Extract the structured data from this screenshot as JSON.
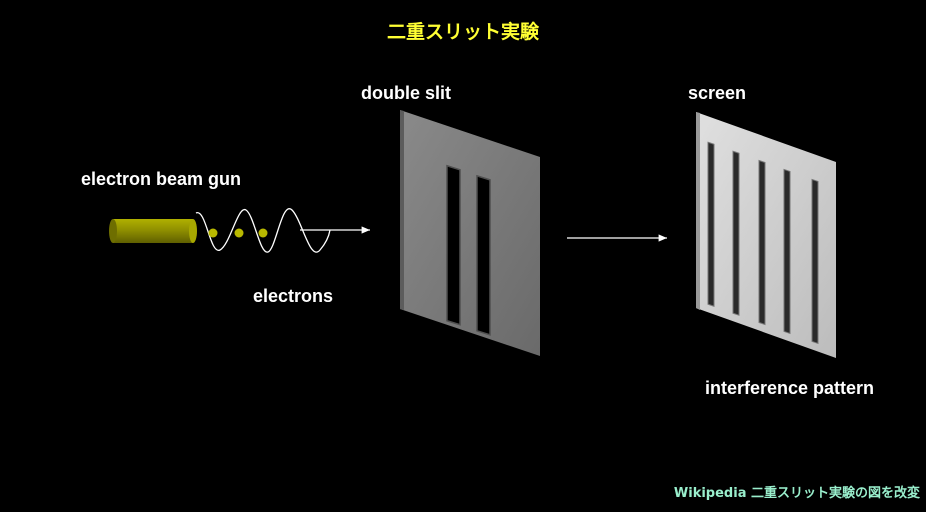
{
  "title": "二重スリット実験",
  "labels": {
    "gun": "electron beam gun",
    "electrons": "electrons",
    "double_slit": "double slit",
    "screen": "screen",
    "pattern": "interference pattern"
  },
  "credit": "Wikipedia 二重スリット実験の図を改変",
  "colors": {
    "background": "#000000",
    "title": "#ffff33",
    "label": "#ffffff",
    "credit": "#99eecc",
    "gun": "#8c8c00",
    "electron": "#b8b800",
    "slit_panel": "#7a7a7a",
    "screen_panel": "#cfcfcf"
  },
  "diagram": {
    "electron_count": 3,
    "slit_count": 2,
    "fringe_count": 5
  }
}
